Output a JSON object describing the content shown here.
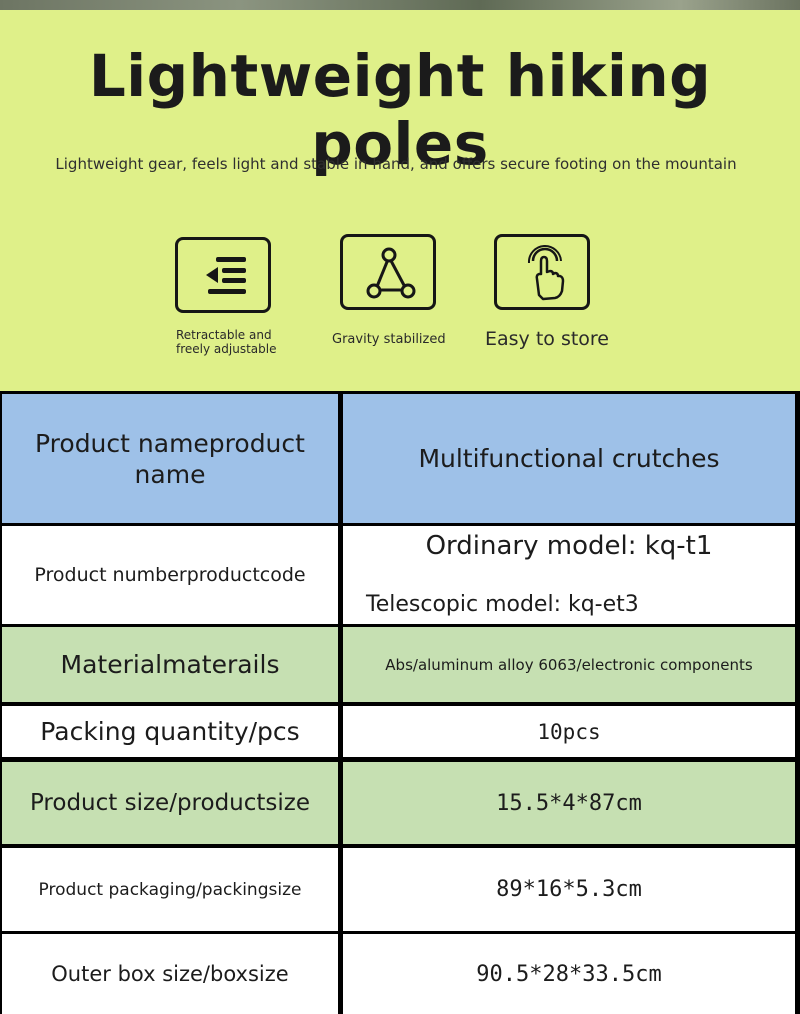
{
  "hero": {
    "title": "Lightweight hiking poles",
    "subtitle": "Lightweight gear, feels light and stable in hand, and offers secure footing on the mountain",
    "features": [
      {
        "icon": "list-indent-icon",
        "label_line1": "Retractable and",
        "label_line2": "freely adjustable"
      },
      {
        "icon": "triangle-nodes-icon",
        "label": "Gravity stabilized"
      },
      {
        "icon": "touch-hand-icon",
        "label": "Easy to store"
      }
    ]
  },
  "spec_table": {
    "rows": [
      {
        "label_line1": "Product nameproduct",
        "label_line2": "name",
        "value": "Multifunctional crutches"
      },
      {
        "label": "Product numberproductcode",
        "value_line1": "Ordinary model: kq-t1",
        "value_line2": "Telescopic model: kq-et3"
      },
      {
        "label": "Materialmaterails",
        "value": "Abs/aluminum alloy 6063/electronic components"
      },
      {
        "label": "Packing quantity/pcs",
        "value": "10pcs"
      },
      {
        "label": "Product size/productsize",
        "value": "15.5*4*87cm"
      },
      {
        "label": "Product packaging/packingsize",
        "value": "89*16*5.3cm"
      },
      {
        "label": "Outer box size/boxsize",
        "value": "90.5*28*33.5cm"
      }
    ]
  }
}
